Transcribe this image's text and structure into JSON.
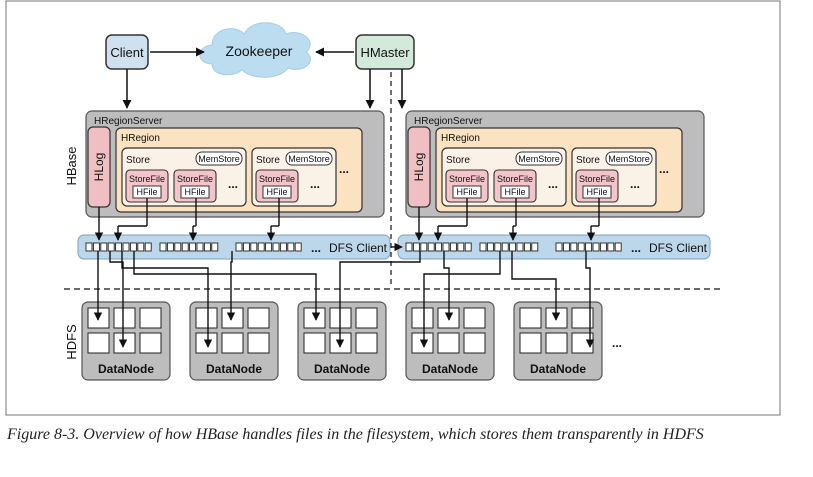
{
  "client": "Client",
  "zookeeper": "Zookeeper",
  "hmaster": "HMaster",
  "hbase_label": "HBase",
  "hdfs_label": "HDFS",
  "region_servers": [
    {
      "title": "HRegionServer",
      "hlog": "HLog",
      "hregion": "HRegion",
      "stores": [
        {
          "store": "Store",
          "memstore": "MemStore",
          "storefiles": [
            {
              "sf": "StoreFile",
              "hf": "HFile"
            },
            {
              "sf": "StoreFile",
              "hf": "HFile"
            }
          ],
          "more": "..."
        },
        {
          "store": "Store",
          "memstore": "MemStore",
          "storefiles": [
            {
              "sf": "StoreFile",
              "hf": "HFile"
            }
          ],
          "more": "..."
        }
      ],
      "more": "...",
      "dfs_client": "DFS Client",
      "dfs_more": "..."
    },
    {
      "title": "HRegionServer",
      "hlog": "HLog",
      "hregion": "HRegion",
      "stores": [
        {
          "store": "Store",
          "memstore": "MemStore",
          "storefiles": [
            {
              "sf": "StoreFile",
              "hf": "HFile"
            },
            {
              "sf": "StoreFile",
              "hf": "HFile"
            }
          ],
          "more": "..."
        },
        {
          "store": "Store",
          "memstore": "MemStore",
          "storefiles": [
            {
              "sf": "StoreFile",
              "hf": "HFile"
            }
          ],
          "more": "..."
        }
      ],
      "more": "...",
      "dfs_client": "DFS Client",
      "dfs_more": "..."
    }
  ],
  "datanodes": [
    "DataNode",
    "DataNode",
    "DataNode",
    "DataNode",
    "DataNode"
  ],
  "datanodes_more": "...",
  "caption": "Figure 8-3. Overview of how HBase handles files in the filesystem, which stores them transparently in HDFS",
  "colors": {
    "client": "#cfe0ef",
    "hmaster": "#d3eadb",
    "zookeeper": "#bcdcf0",
    "region_server": "#bdbdbd",
    "hregion": "#fbe2c0",
    "store": "#fbf2e7",
    "storefile": "#f3c4ca",
    "hlog": "#efbfc4",
    "dfs": "#bcd7ea",
    "datanode": "#bdbdbd"
  }
}
